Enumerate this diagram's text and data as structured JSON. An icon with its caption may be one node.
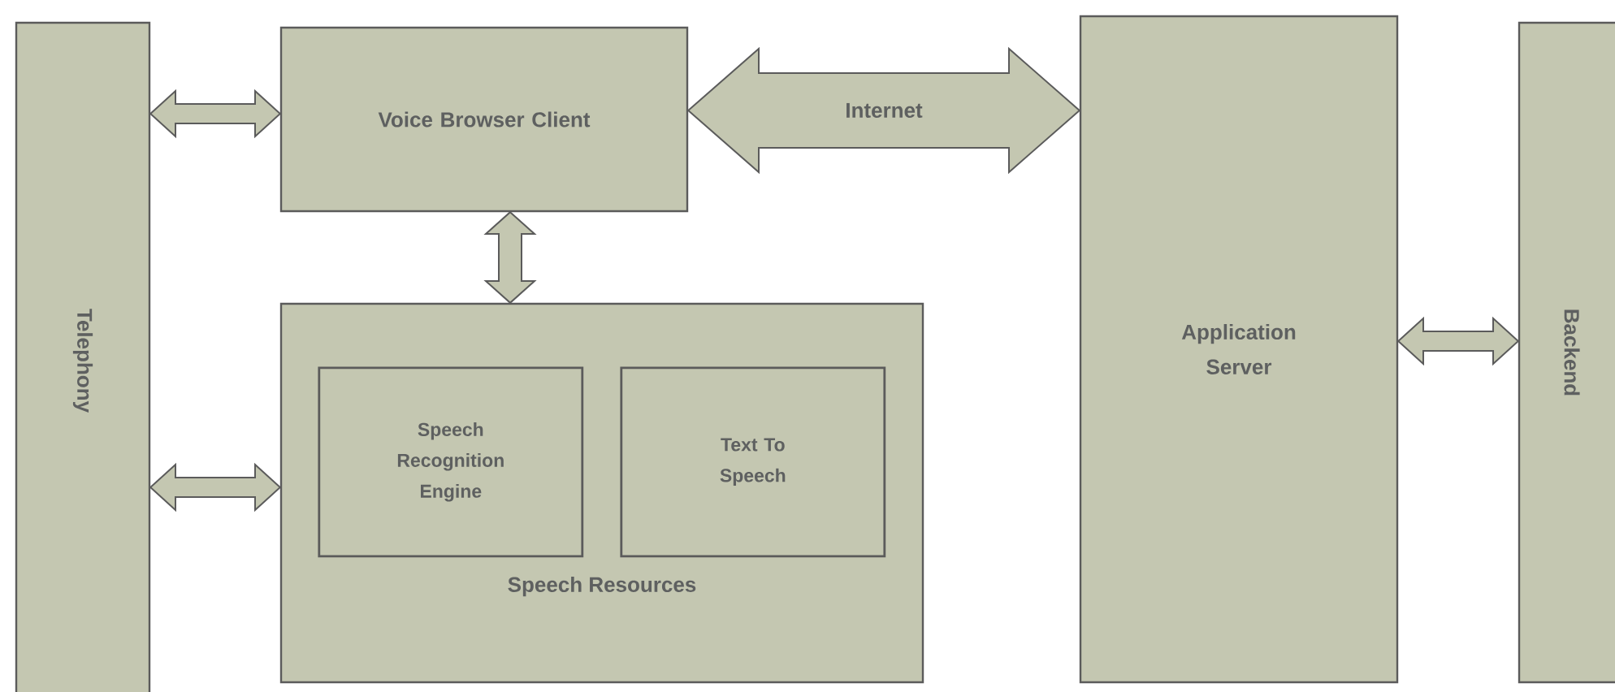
{
  "diagram": {
    "nodes": [
      {
        "text": [
          "Telephony"
        ]
      },
      {
        "text": [
          "Voice Browser Client"
        ]
      },
      {
        "text": [
          "Speech Resources"
        ]
      },
      {
        "text": [
          "Speech Recognition Engine"
        ],
        "in": 2
      },
      {
        "text": [
          "Text To Speech"
        ],
        "in": 2
      },
      {
        "text": [
          "Application Server"
        ]
      },
      {
        "text": [
          "Backend"
        ]
      }
    ],
    "edges": [
      {
        "from": 0,
        "to": 1,
        "arrow": "both"
      },
      {
        "from": 1,
        "to": 5,
        "arrow": "both",
        "label": "Internet"
      },
      {
        "from": 1,
        "to": 2,
        "arrow": "both"
      },
      {
        "from": 0,
        "to": 2,
        "arrow": "both"
      },
      {
        "from": 5,
        "to": 6,
        "arrow": "both"
      }
    ]
  }
}
